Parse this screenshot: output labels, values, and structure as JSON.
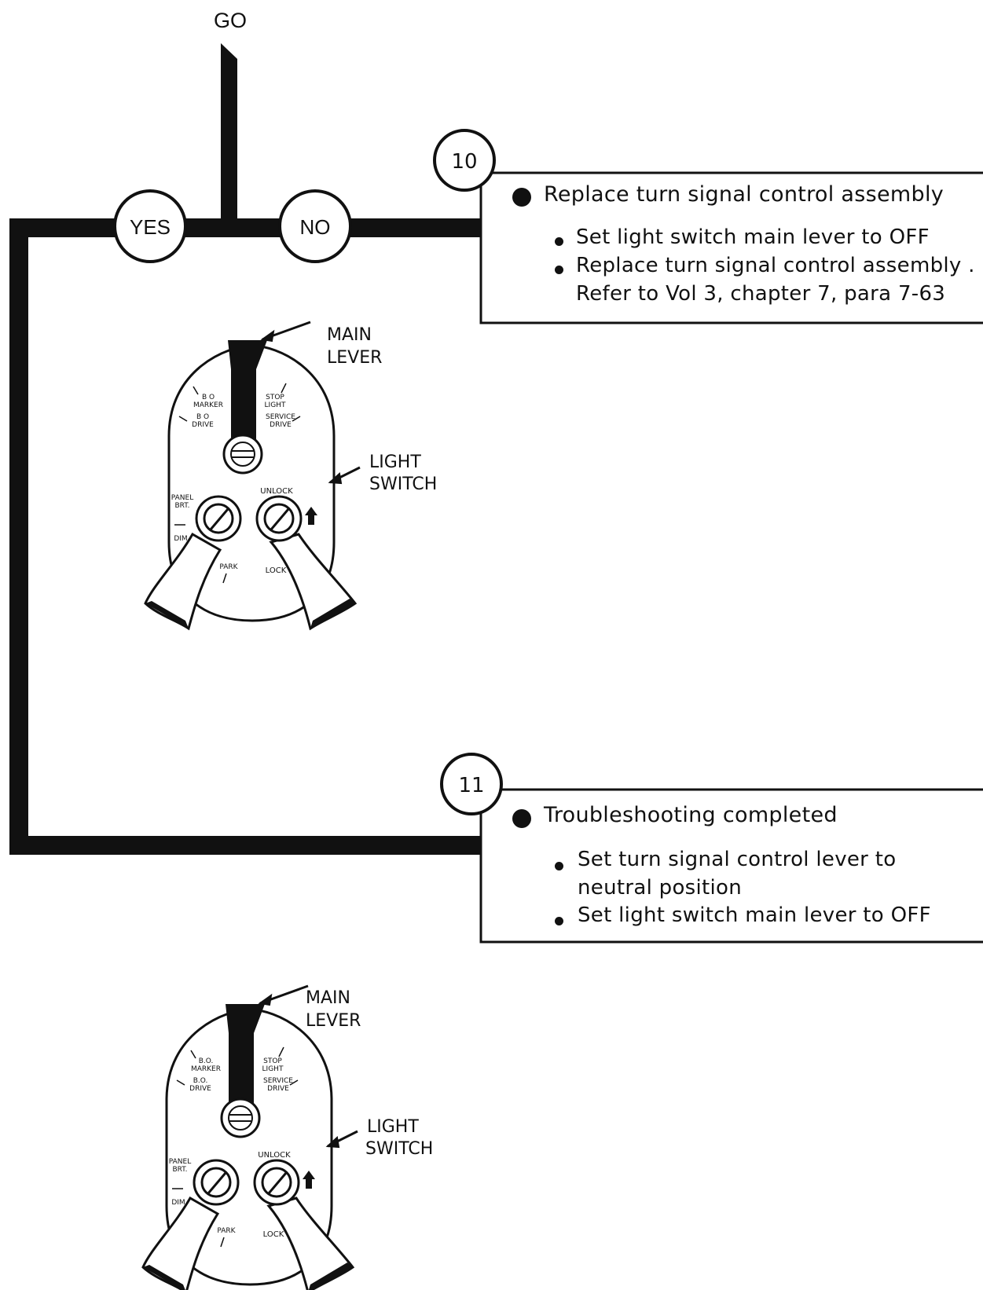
{
  "flow": {
    "go_label": "GO",
    "yes_label": "YES",
    "no_label": "NO"
  },
  "steps": [
    {
      "number": "10",
      "title": "Replace turn signal control assembly",
      "items": [
        "Set light switch main lever to OFF",
        "Replace turn signal control assembly .",
        "Refer to Vol 3, chapter 7, para 7-63"
      ]
    },
    {
      "number": "11",
      "title": "Troubleshooting completed",
      "items": [
        "Set turn signal control lever to",
        "neutral position",
        "Set light switch main lever to OFF"
      ]
    }
  ],
  "switch_figures": [
    {
      "callout_main_lever_1": "MAIN",
      "callout_main_lever_2": "LEVER",
      "callout_light_switch_1": "LIGHT",
      "callout_light_switch_2": "SWITCH",
      "label_bo_marker_1": "B O",
      "label_bo_marker_2": "MARKER",
      "label_bo_drive_1": "B O",
      "label_bo_drive_2": "DRIVE",
      "label_stop_light_1": "STOP",
      "label_stop_light_2": "LIGHT",
      "label_service_drive_1": "SERVICE",
      "label_service_drive_2": "DRIVE",
      "label_panel_brt_1": "PANEL",
      "label_panel_brt_2": "BRT.",
      "label_dim": "DIM",
      "label_unlock": "UNLOCK",
      "label_park": "PARK",
      "label_lock": "LOCK"
    },
    {
      "callout_main_lever_1": "MAIN",
      "callout_main_lever_2": "LEVER",
      "callout_light_switch_1": "LIGHT",
      "callout_light_switch_2": "SWITCH",
      "label_bo_marker_1": "B.O.",
      "label_bo_marker_2": "MARKER",
      "label_bo_drive_1": "B.O.",
      "label_bo_drive_2": "DRIVE",
      "label_stop_light_1": "STOP",
      "label_stop_light_2": "LIGHT",
      "label_service_drive_1": "SERVICE",
      "label_service_drive_2": "DRIVE",
      "label_panel_brt_1": "PANEL",
      "label_panel_brt_2": "BRT.",
      "label_dim": "DIM",
      "label_unlock": "UNLOCK",
      "label_park": "PARK",
      "label_lock": "LOCK"
    }
  ]
}
